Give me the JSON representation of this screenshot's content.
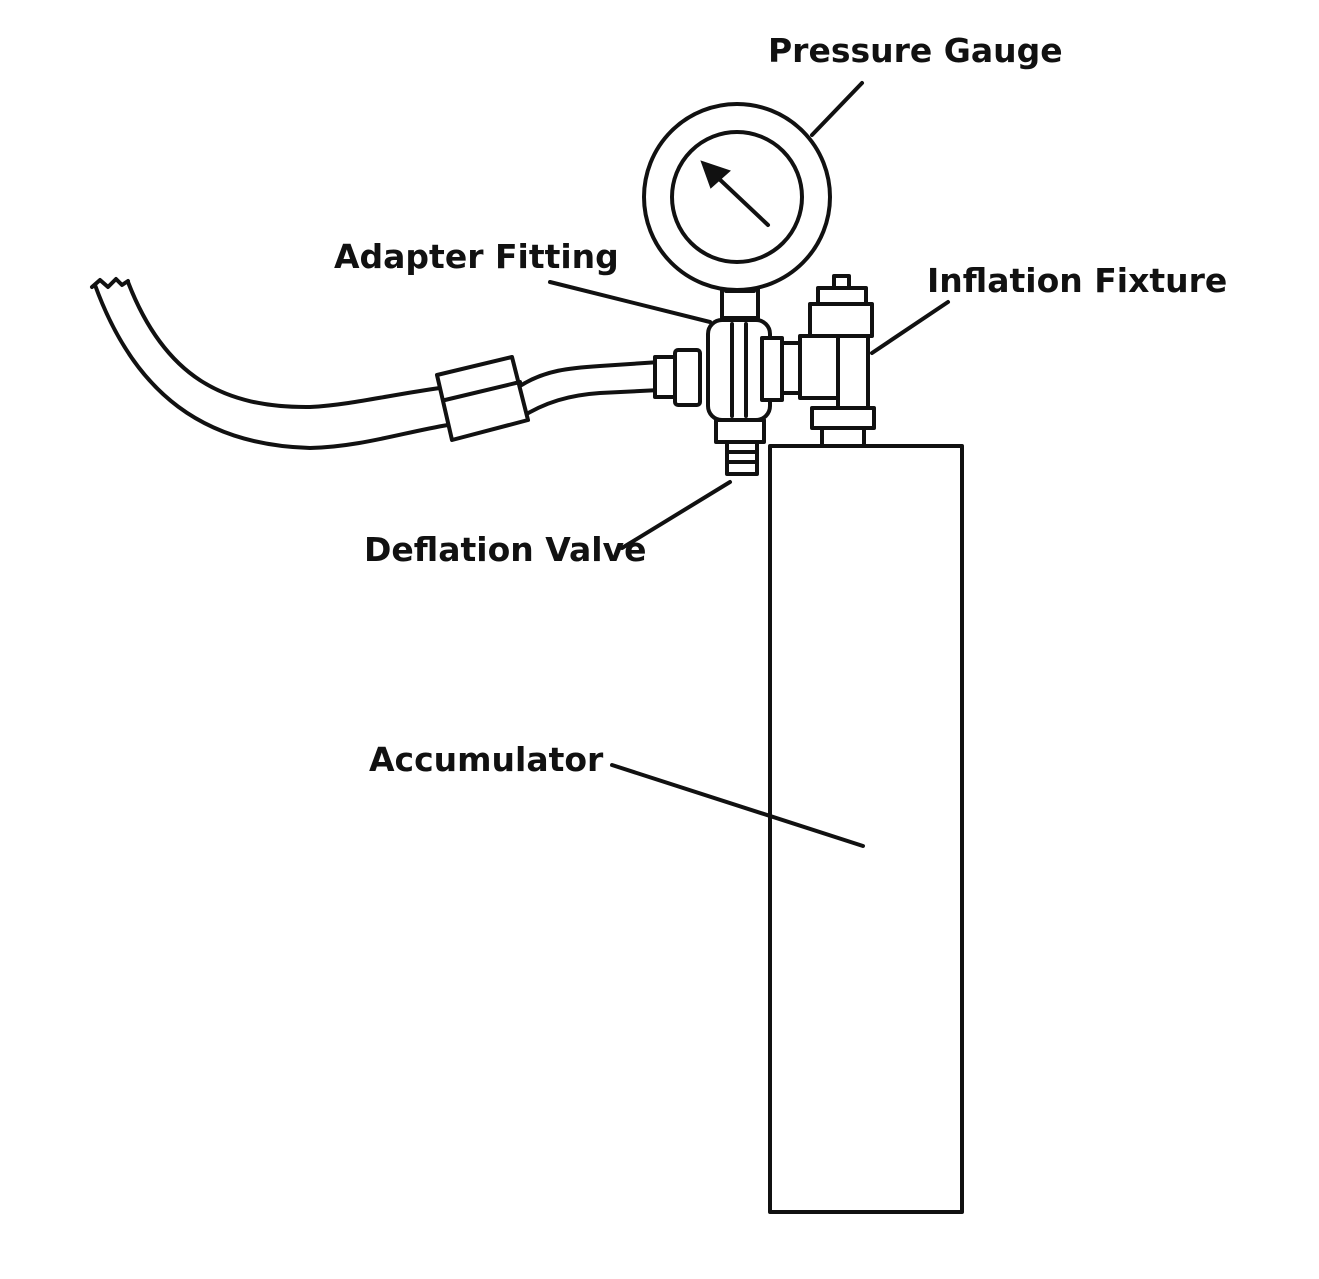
{
  "diagram": {
    "labels": {
      "pressure_gauge": "Pressure Gauge",
      "adapter_fitting": "Adapter Fitting",
      "inflation_fixture": "Inflation Fixture",
      "deflation_valve": "Deflation Valve",
      "accumulator": "Accumulator"
    },
    "colors": {
      "line": "#111111",
      "fill": "#ffffff",
      "background": "#ffffff"
    }
  }
}
